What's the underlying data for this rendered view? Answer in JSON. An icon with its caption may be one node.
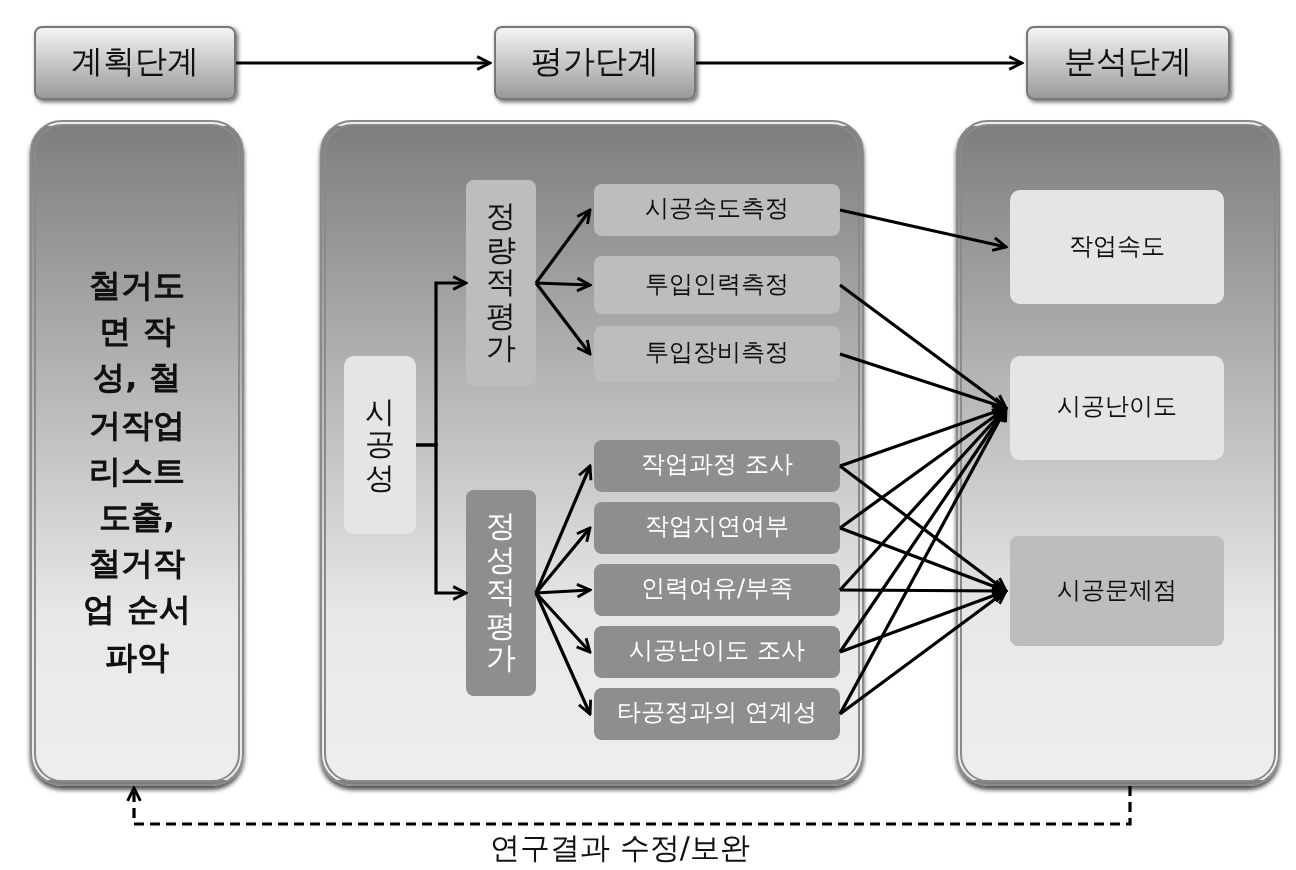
{
  "diagram": {
    "nodes": [
      {
        "text": [
          "계획단계"
        ]
      },
      {
        "text": [
          "평가단계"
        ]
      },
      {
        "text": [
          "분석단계"
        ]
      },
      {
        "text": [
          "철거도면 작성, 철거작업리스트도출, 철거작업 순서 파악"
        ]
      },
      {
        "text": [],
        "shape": "box"
      },
      {
        "text": [
          "시공성"
        ],
        "in": 4
      },
      {
        "text": [
          "정량적평가"
        ],
        "in": 4
      },
      {
        "text": [
          "시공속도측정"
        ],
        "in": 4
      },
      {
        "text": [
          "투입인력측정"
        ],
        "in": 4
      },
      {
        "text": [
          "투입장비측정"
        ],
        "in": 4
      },
      {
        "text": [
          "정성적평가"
        ],
        "in": 4
      },
      {
        "text": [
          "작업과정 조사"
        ],
        "in": 4
      },
      {
        "text": [
          "작업지연여부"
        ],
        "in": 4
      },
      {
        "text": [
          "인력여유/부족"
        ],
        "in": 4
      },
      {
        "text": [
          "시공난이도 조사"
        ],
        "in": 4
      },
      {
        "text": [
          "타공정과의 연계성"
        ],
        "in": 4
      },
      {
        "text": [],
        "shape": "box"
      },
      {
        "text": [
          "작업속도"
        ],
        "in": 16
      },
      {
        "text": [
          "시공난이도"
        ],
        "in": 16
      },
      {
        "text": [
          "시공문제점"
        ],
        "in": 16
      }
    ],
    "edges": [
      {
        "from": 0,
        "to": 1,
        "arrow": "to"
      },
      {
        "from": 1,
        "to": 2,
        "arrow": "to"
      },
      {
        "from": 5,
        "to": 6,
        "arrow": "to"
      },
      {
        "from": 5,
        "to": 10,
        "arrow": "to"
      },
      {
        "from": 6,
        "to": 7,
        "arrow": "to"
      },
      {
        "from": 6,
        "to": 8,
        "arrow": "to"
      },
      {
        "from": 6,
        "to": 9,
        "arrow": "to"
      },
      {
        "from": 10,
        "to": 11,
        "arrow": "to"
      },
      {
        "from": 10,
        "to": 12,
        "arrow": "to"
      },
      {
        "from": 10,
        "to": 13,
        "arrow": "to"
      },
      {
        "from": 10,
        "to": 14,
        "arrow": "to"
      },
      {
        "from": 10,
        "to": 15,
        "arrow": "to"
      },
      {
        "from": 7,
        "to": 17,
        "arrow": "to"
      },
      {
        "from": 8,
        "to": 18,
        "arrow": "to"
      },
      {
        "from": 9,
        "to": 18,
        "arrow": "to"
      },
      {
        "from": 11,
        "to": 18,
        "arrow": "to"
      },
      {
        "from": 11,
        "to": 19,
        "arrow": "to"
      },
      {
        "from": 12,
        "to": 18,
        "arrow": "to"
      },
      {
        "from": 12,
        "to": 19,
        "arrow": "to"
      },
      {
        "from": 13,
        "to": 18,
        "arrow": "to"
      },
      {
        "from": 13,
        "to": 19,
        "arrow": "to"
      },
      {
        "from": 14,
        "to": 18,
        "arrow": "to"
      },
      {
        "from": 14,
        "to": 19,
        "arrow": "to"
      },
      {
        "from": 15,
        "to": 18,
        "arrow": "to"
      },
      {
        "from": 15,
        "to": 19,
        "arrow": "to"
      },
      {
        "from": 16,
        "to": 3,
        "arrow": "to",
        "style": "dashed",
        "label": "연구결과 수정/보완"
      }
    ]
  }
}
